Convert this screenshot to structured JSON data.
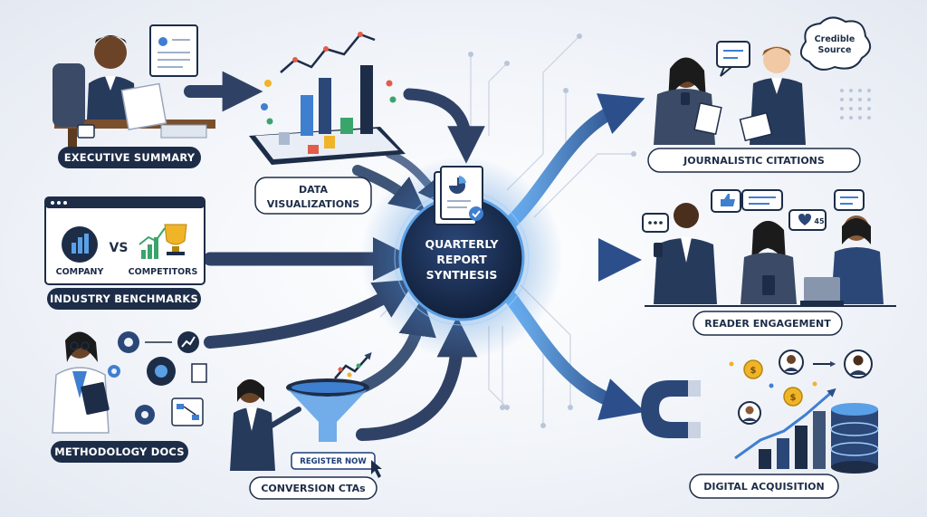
{
  "hub": {
    "label_lines": [
      "QUARTERLY",
      "REPORT",
      "SYNTHESIS"
    ]
  },
  "inputs": {
    "executive_summary": {
      "label": "EXECUTIVE SUMMARY"
    },
    "data_visualizations": {
      "label_lines": [
        "DATA",
        "VISUALIZATIONS"
      ]
    },
    "industry_benchmarks": {
      "label": "INDUSTRY BENCHMARKS",
      "company_label": "COMPANY",
      "vs_label": "VS",
      "competitors_label": "COMPETITORS"
    },
    "methodology_docs": {
      "label": "METHODOLOGY DOCS"
    },
    "conversion_ctas": {
      "label": "CONVERSION CTAs",
      "button_label": "REGISTER NOW"
    }
  },
  "outputs": {
    "journalistic_citations": {
      "label": "JOURNALISTIC CITATIONS",
      "bubble_lines": [
        "Credible",
        "Source"
      ]
    },
    "reader_engagement": {
      "label": "READER ENGAGEMENT",
      "badge": "45"
    },
    "digital_acquisition": {
      "label": "DIGITAL ACQUISITION"
    }
  },
  "colors": {
    "navy": "#1d2d48",
    "arrow_dark": "#2b3a55",
    "arrow_light": "#3f6fb0",
    "hub_fill": "#162744",
    "glow": "#5aa0e6",
    "accent_gold": "#f0b429",
    "accent_green": "#3aa56b",
    "accent_red": "#e25c4a"
  }
}
